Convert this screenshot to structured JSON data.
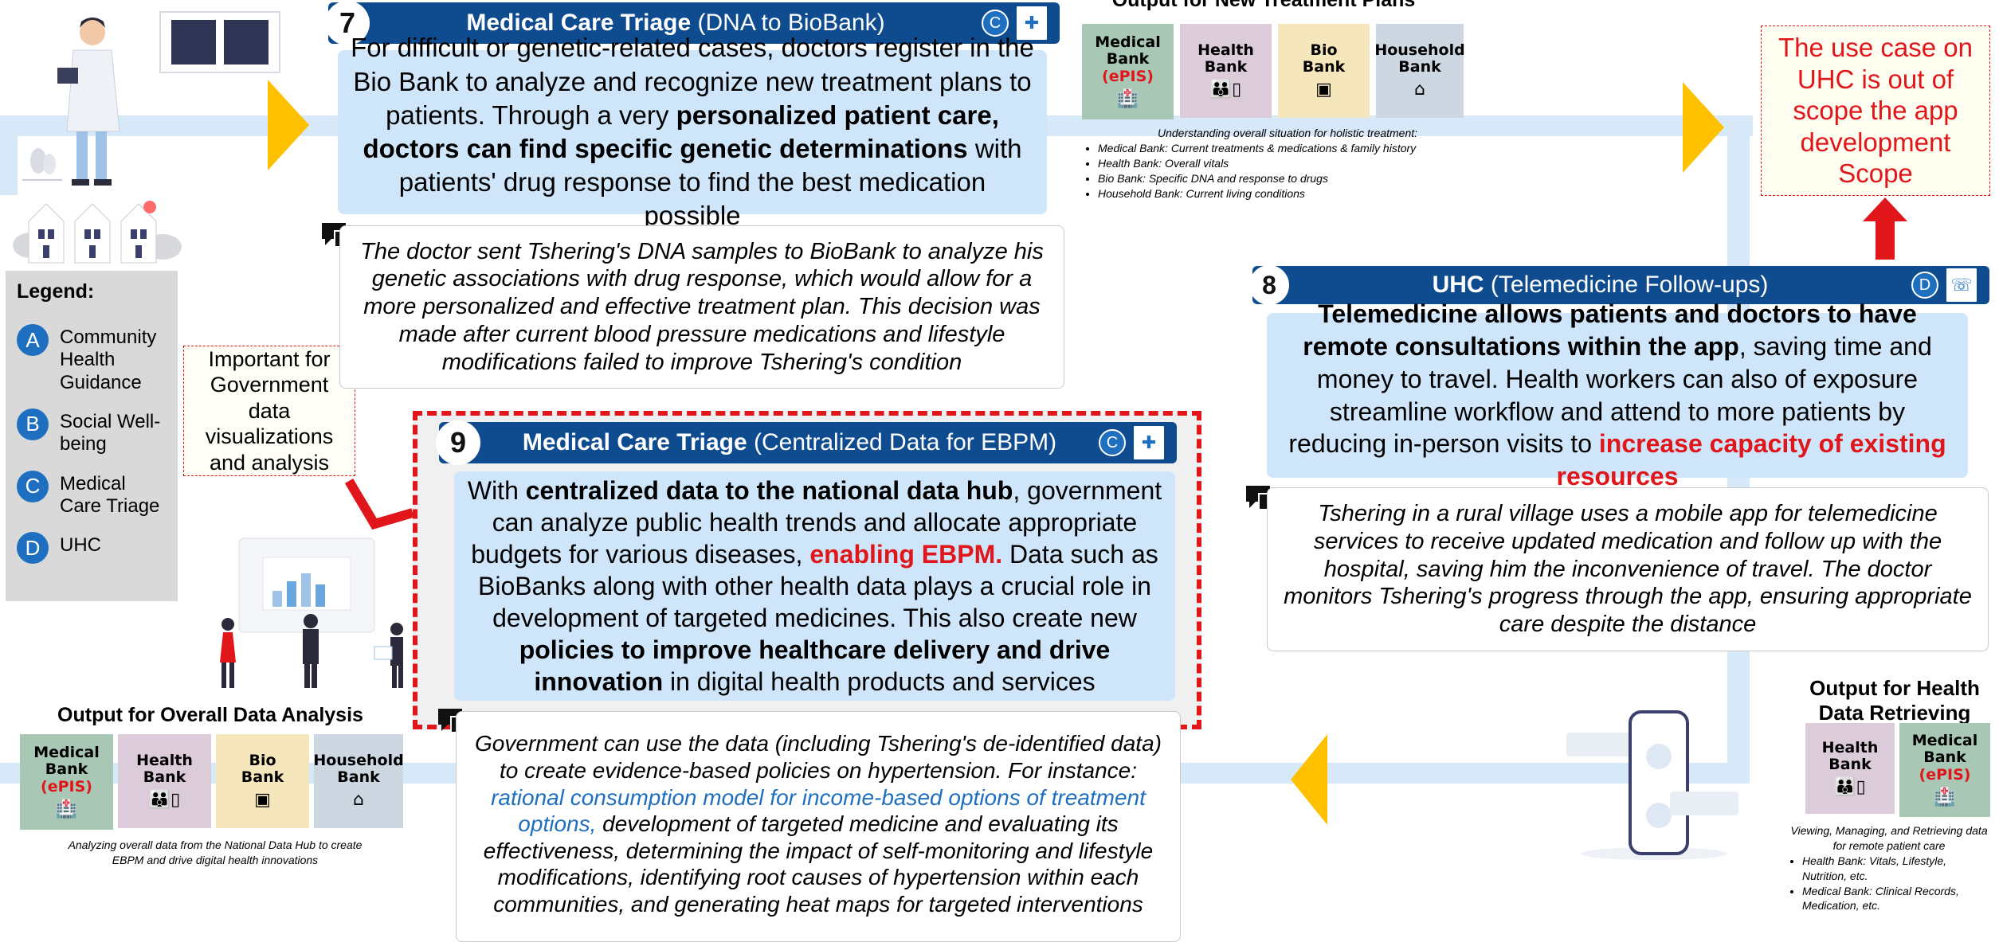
{
  "step7": {
    "number": "7",
    "title_bold": "Medical Care Triage",
    "title_rest": " (DNA to BioBank)",
    "badge": "C",
    "icon": "medical-doc-icon",
    "desc_1": "For difficult or genetic-related cases, doctors register in the Bio Bank to analyze and recognize new treatment plans to patients. Through a very ",
    "desc_bold": "personalized patient care, doctors can find specific genetic determinations",
    "desc_2": " with patients' drug response to find the best medication possible",
    "story": "The doctor sent Tshering's DNA samples to BioBank to analyze his genetic associations with drug response, which would allow for a more personalized and effective treatment plan. This decision was made after current blood pressure medications and lifestyle modifications failed to improve Tshering's condition"
  },
  "step8": {
    "number": "8",
    "title_bold": "UHC",
    "title_rest": " (Telemedicine Follow-ups)",
    "badge": "D",
    "icon": "telemedicine-icon",
    "desc_bold": "Telemedicine allows patients and doctors to have remote consultations within the app",
    "desc_1": ", saving time and money to travel. Health workers can also of exposure streamline workflow and attend to more patients by reducing in-person visits to ",
    "desc_red": "increase capacity of existing resources",
    "story": "Tshering in a rural village uses a mobile app for telemedicine services to receive updated medication and follow up with the hospital, saving him the inconvenience of travel. The doctor monitors Tshering's progress through the app, ensuring appropriate care despite the distance"
  },
  "step9": {
    "number": "9",
    "title_bold": "Medical Care Triage",
    "title_rest": " (Centralized Data for EBPM)",
    "badge": "C",
    "icon": "medical-doc-icon",
    "desc_1": "With ",
    "desc_bold1": "centralized data to the national data hub",
    "desc_2": ", government can analyze public health trends and allocate appropriate budgets for various diseases, ",
    "desc_red": "enabling EBPM.",
    "desc_3": " Data such as BioBanks along with other health data plays a crucial role in development of targeted medicines. This also create new ",
    "desc_bold2": "policies to improve healthcare delivery and drive innovation",
    "desc_4": " in digital health products and services",
    "story_1": "Government can use the data (including Tshering's de-identified data) to create evidence-based policies on hypertension. For instance: ",
    "story_blue": "rational consumption model for income-based options of treatment options,",
    "story_2": " development of targeted medicine and evaluating its effectiveness, determining the impact of self-monitoring and lifestyle modifications, identifying root causes of hypertension within each communities, and generating heat maps for targeted interventions"
  },
  "out_treatment": {
    "title": "Output for New Treatment Plans",
    "banks": [
      {
        "line1": "Medical",
        "line2": "Bank",
        "epis": "(ePIS)",
        "icon": "hospital-icon"
      },
      {
        "line1": "Health",
        "line2": "Bank",
        "icon": "family-phone-icon"
      },
      {
        "line1": "Bio",
        "line2": "Bank",
        "icon": "dna-card-icon"
      },
      {
        "line1": "Household",
        "line2": "Bank",
        "icon": "house-icon"
      }
    ],
    "note_title": "Understanding overall situation for holistic treatment:",
    "notes": [
      "Medical Bank: Current treatments & medications & family history",
      "Health Bank: Overall vitals",
      "Bio Bank: Specific DNA and response to drugs",
      "Household Bank: Current living conditions"
    ]
  },
  "out_analysis": {
    "title": "Output for Overall Data Analysis",
    "banks": [
      {
        "line1": "Medical",
        "line2": "Bank",
        "epis": "(ePIS)",
        "icon": "hospital-icon"
      },
      {
        "line1": "Health",
        "line2": "Bank",
        "icon": "family-phone-icon"
      },
      {
        "line1": "Bio",
        "line2": "Bank",
        "icon": "dna-card-icon"
      },
      {
        "line1": "Household",
        "line2": "Bank",
        "icon": "house-icon"
      }
    ],
    "note": "Analyzing overall data from the National Data Hub to create EBPM and drive digital health innovations"
  },
  "out_retrieving": {
    "title": "Output for Health Data Retrieving",
    "banks": [
      {
        "line1": "Health",
        "line2": "Bank",
        "icon": "family-phone-icon"
      },
      {
        "line1": "Medical",
        "line2": "Bank",
        "epis": "(ePIS)",
        "icon": "hospital-icon"
      }
    ],
    "note_title": "Viewing, Managing, and Retrieving data for remote patient care",
    "notes": [
      "Health Bank: Vitals, Lifestyle, Nutrition, etc.",
      "Medical Bank: Clinical Records, Medication, etc."
    ]
  },
  "legend": {
    "title": "Legend:",
    "items": [
      {
        "badge": "A",
        "label": "Community Health Guidance"
      },
      {
        "badge": "B",
        "label": "Social Well-being"
      },
      {
        "badge": "C",
        "label": "Medical Care Triage"
      },
      {
        "badge": "D",
        "label": "UHC"
      }
    ]
  },
  "notes": {
    "government": "Important for Government data visualizations and analysis",
    "uhc_scope": "The use case on UHC is out of scope the app development Scope"
  },
  "colors": {
    "header_blue": "#0f4c8f",
    "desc_blue": "#cfe6fa",
    "flow_blue": "#d7e9f9",
    "arrow_yellow": "#ffc000",
    "accent_red": "#e0161b"
  }
}
